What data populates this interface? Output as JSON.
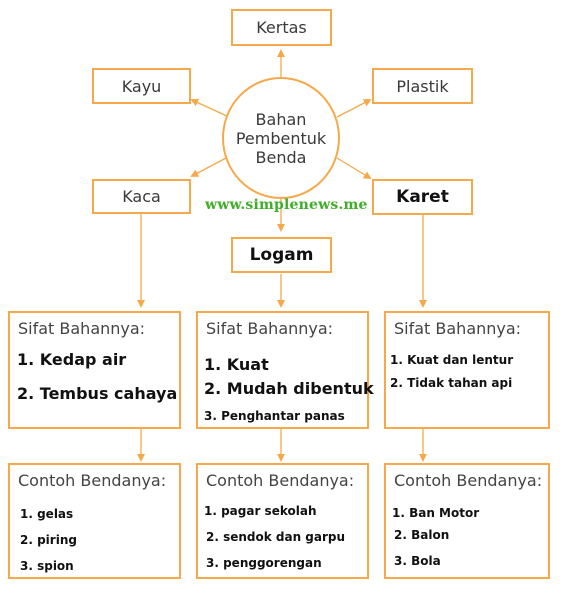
{
  "center": {
    "label": "Bahan\nPembentuk\nBenda"
  },
  "materials": {
    "kertas": "Kertas",
    "kayu": "Kayu",
    "plastik": "Plastik",
    "kaca": "Kaca",
    "karet": "Karet",
    "logam": "Logam"
  },
  "watermark": "www.simplenews.me",
  "columns": [
    {
      "sifat_title": "Sifat Bahannya:",
      "sifat": [
        "1. Kedap air",
        "2. Tembus cahaya"
      ],
      "contoh_title": "Contoh Bendanya:",
      "contoh": [
        "1. gelas",
        "2. piring",
        "3. spion"
      ]
    },
    {
      "sifat_title": "Sifat Bahannya:",
      "sifat": [
        "1. Kuat",
        "2. Mudah dibentuk",
        "3. Penghantar panas"
      ],
      "contoh_title": "Contoh Bendanya:",
      "contoh": [
        "1. pagar sekolah",
        "2. sendok dan garpu",
        "3. penggorengan"
      ]
    },
    {
      "sifat_title": "Sifat Bahannya:",
      "sifat": [
        "1. Kuat dan lentur",
        "2. Tidak tahan api"
      ],
      "contoh_title": "Contoh Bendanya:",
      "contoh": [
        "1. Ban Motor",
        "2. Balon",
        "3. Bola"
      ]
    }
  ],
  "colors": {
    "border": "#f5a94a",
    "watermark": "#3fae28"
  }
}
